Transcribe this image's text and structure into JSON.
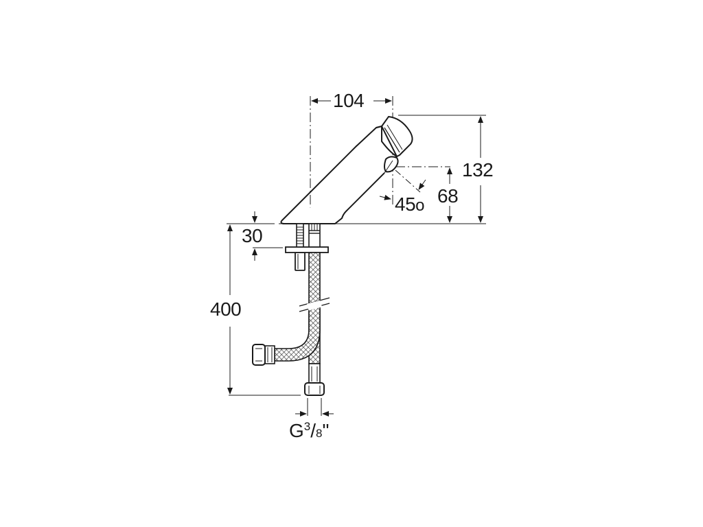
{
  "drawing": {
    "subject": "Timed self-closing basin faucet with flexible supply hoses",
    "colors": {
      "line": "#1a1a1a",
      "background": "#ffffff"
    }
  },
  "dimensions": {
    "spout_reach": {
      "value": "104",
      "unit": "mm"
    },
    "total_height": {
      "value": "132",
      "unit": "mm"
    },
    "outlet_height": {
      "value": "68",
      "unit": "mm"
    },
    "outlet_angle": {
      "value": "45",
      "suffix": "o"
    },
    "max_deck_thickness": {
      "value": "30",
      "unit": "mm"
    },
    "hose_length": {
      "value": "400",
      "unit": "mm"
    },
    "connection": {
      "prefix": "G",
      "num": "3",
      "slash": "/",
      "den": "8",
      "suffix": "\""
    }
  }
}
